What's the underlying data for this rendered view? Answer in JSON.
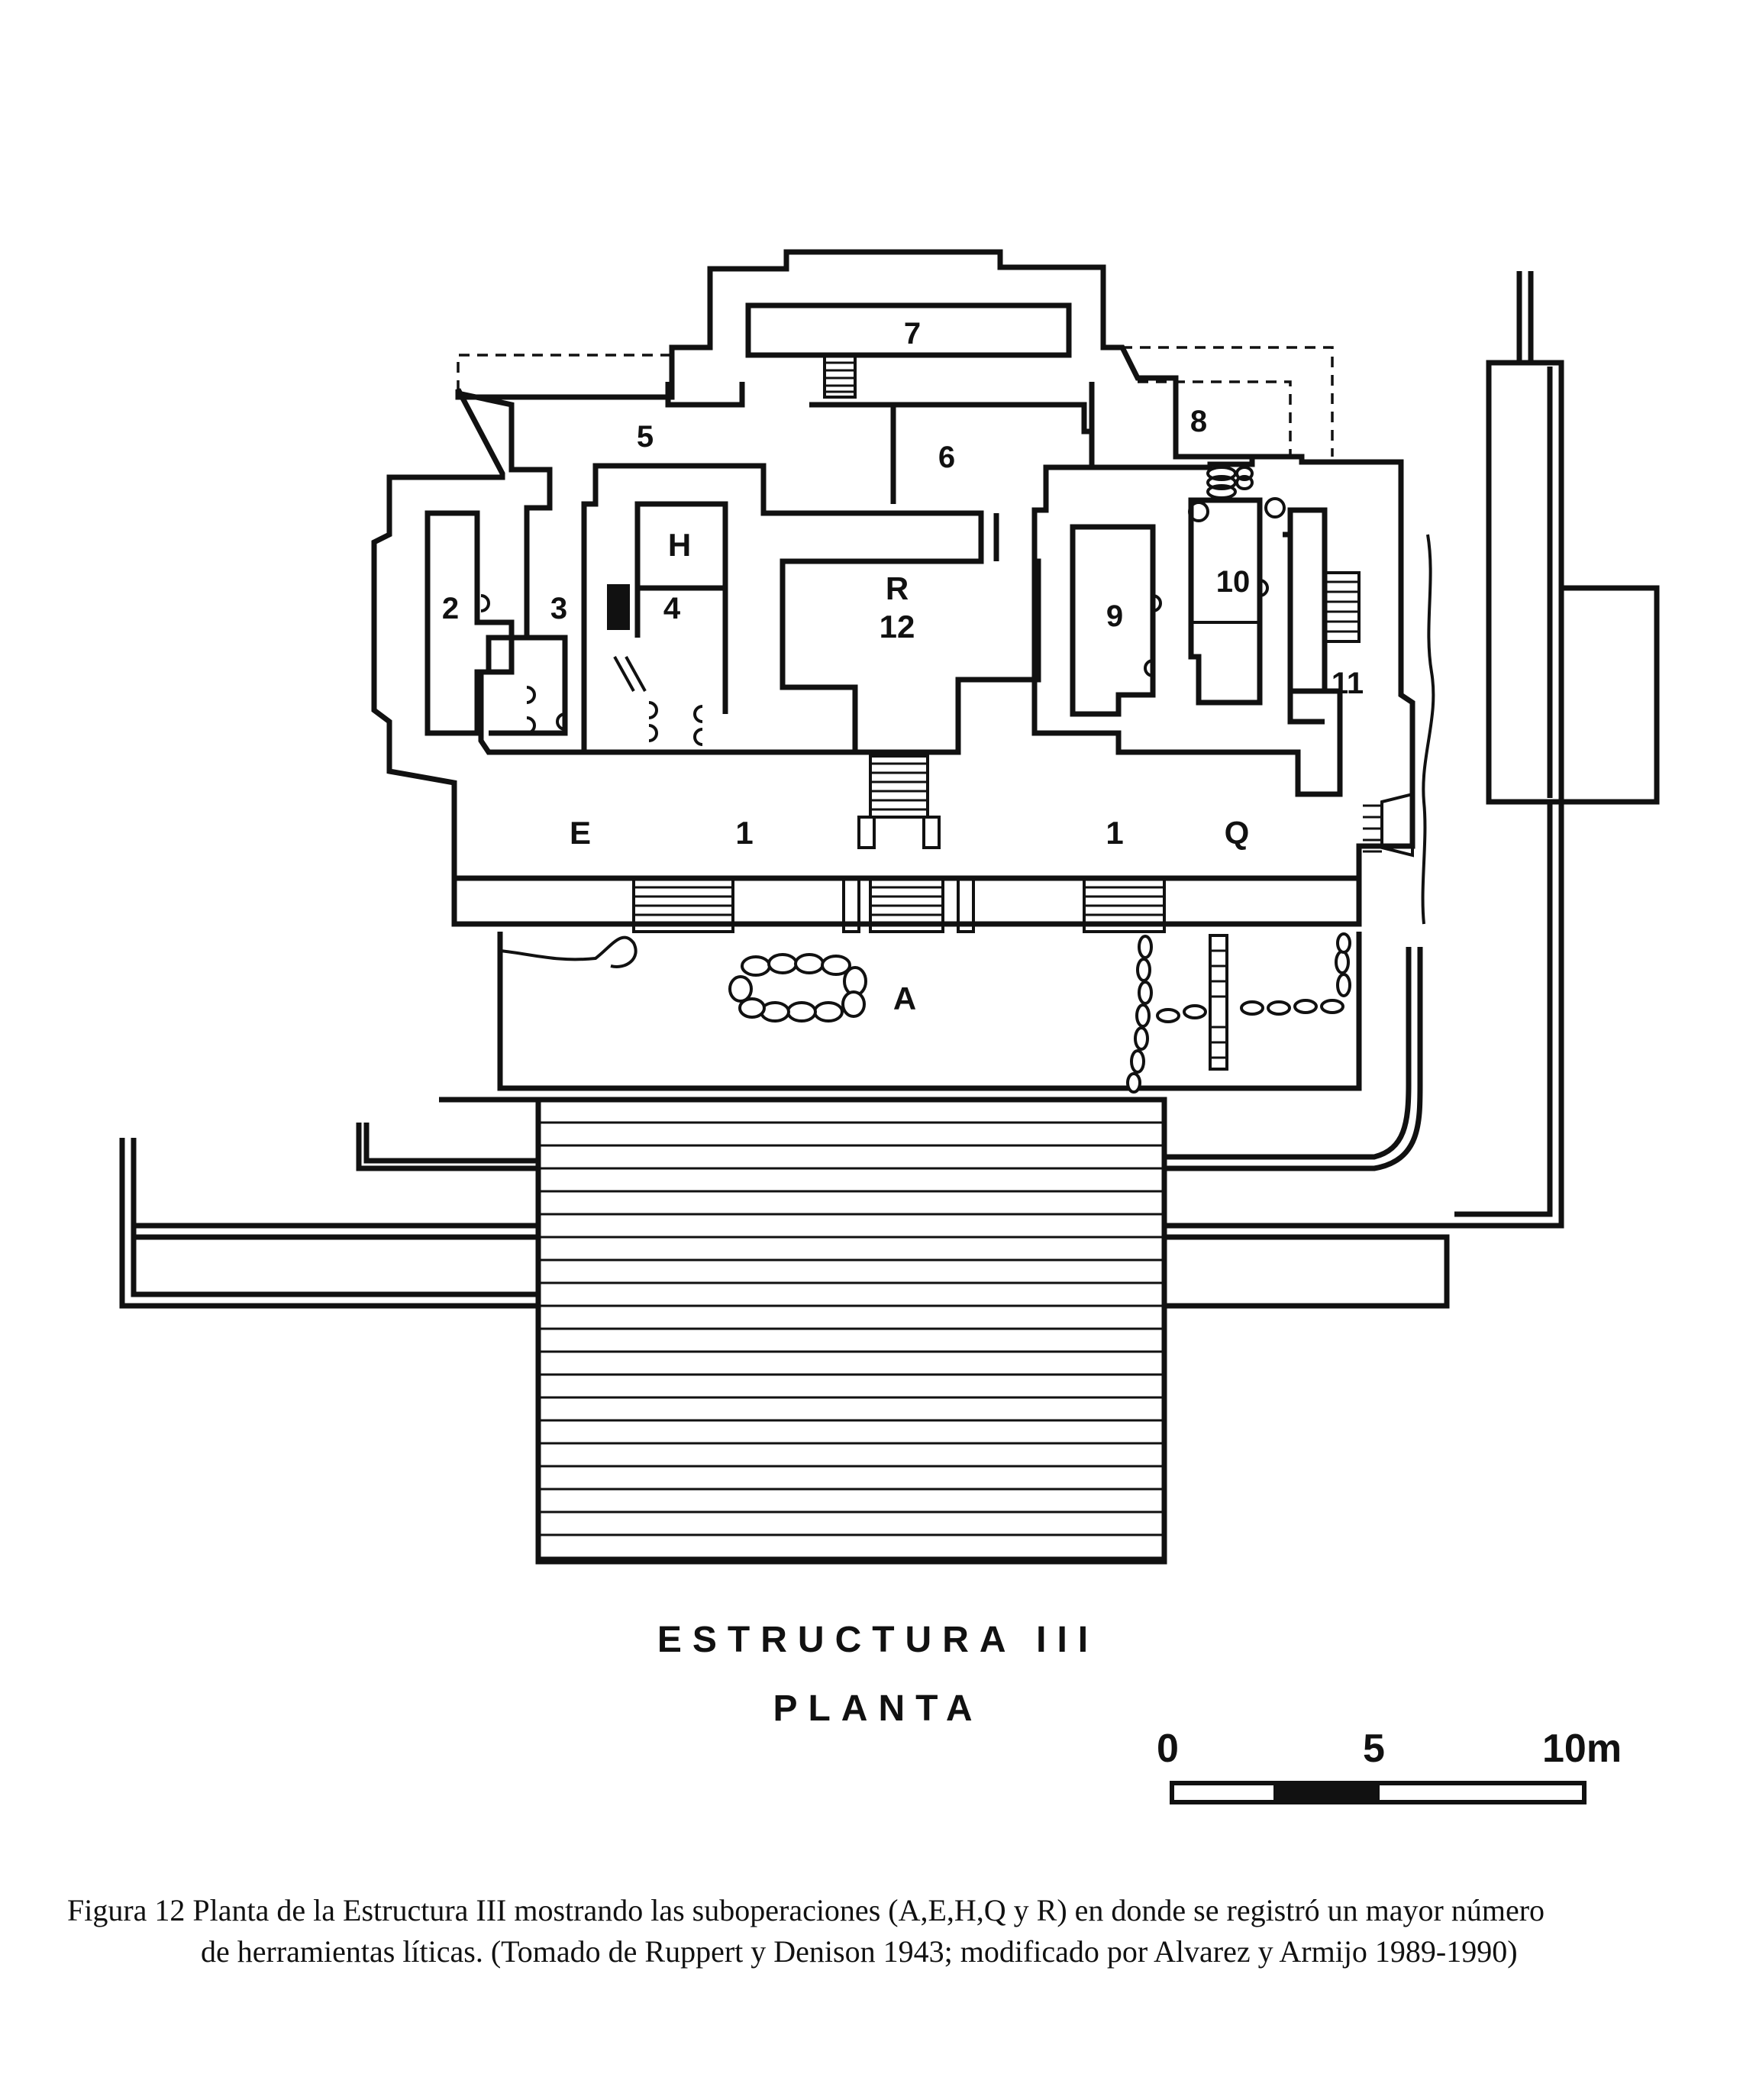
{
  "diagram": {
    "room_labels": [
      "7",
      "5",
      "6",
      "8",
      "H",
      "2",
      "3",
      "4",
      "R",
      "12",
      "9",
      "10",
      "11",
      "E",
      "1",
      "1",
      "Q",
      "A"
    ],
    "title_line1": "ESTRUCTURA  III",
    "title_line2": "PLANTA",
    "scale": {
      "labels": [
        "0",
        "5",
        "10m"
      ],
      "units": "m"
    }
  },
  "caption": {
    "line1": "Figura 12 Planta de la Estructura III mostrando las suboperaciones (A,E,H,Q y R) en donde se registró un mayor número",
    "line2": "de herramientas líticas.  (Tomado de Ruppert y Denison 1943; modificado por Alvarez y Armijo 1989-1990)"
  }
}
